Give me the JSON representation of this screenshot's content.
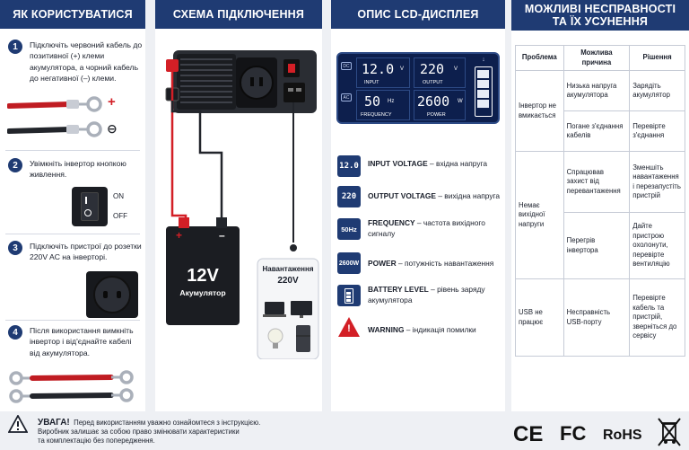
{
  "col1": {
    "title": "ЯК КОРИСТУВАТИСЯ",
    "steps": [
      {
        "num": "1",
        "text": "Підключіть червоний кабель до позитивної (+) клеми акумулятора, а чорний кабель до негативної (–) клеми."
      },
      {
        "num": "2",
        "text": "Увімкніть інвертор кнопкою живлення."
      },
      {
        "num": "3",
        "text": "Підключіть пристрої до розетки 220V AC на інверторі."
      },
      {
        "num": "4",
        "text": "Після використання вимкніть інвертор і від'єднайте кабелі від акумулятора."
      }
    ],
    "plus": "+",
    "minus": "⊖",
    "switch_on": "ON",
    "switch_off": "OFF"
  },
  "col2": {
    "title": "СХЕМА ПІДКЛЮЧЕННЯ",
    "battery_voltage": "12V",
    "battery_label": "Акумулятор",
    "battery_plus": "+",
    "battery_minus": "–",
    "load_title": "Навантаження",
    "load_voltage": "220V"
  },
  "col3": {
    "title": "ОПИС LCD-ДИСПЛЕЯ",
    "lcd": {
      "input_value": "12.0",
      "input_unit": "V",
      "input_label": "INPUT",
      "output_value": "220",
      "output_unit": "V",
      "output_label": "OUTPUT",
      "freq_value": "50",
      "freq_unit": "Hz",
      "freq_label": "FREQUENCY",
      "power_value": "2600",
      "power_unit": "W",
      "power_label": "POWER",
      "dc_tag": "DC",
      "ac_tag": "AC"
    },
    "legend": [
      {
        "icon": "12.0",
        "key": "INPUT VOLTAGE",
        "desc": " – вхідна напруга"
      },
      {
        "icon": "220",
        "key": "OUTPUT VOLTAGE",
        "desc": " – вихідна напруга"
      },
      {
        "icon": "50Hz",
        "key": "FREQUENCY",
        "desc": " – частота вихідного сигналу"
      },
      {
        "icon": "2600W",
        "key": "POWER",
        "desc": " – потужність навантаження"
      },
      {
        "icon": "",
        "key": "BATTERY LEVEL",
        "desc": " – рівень заряду акумулятора"
      },
      {
        "icon": "!",
        "key": "WARNING",
        "desc": " – індикація помилки"
      }
    ]
  },
  "col4": {
    "title_line1": "МОЖЛИВІ НЕСПРАВНОСТІ",
    "title_line2": "ТА ЇХ УСУНЕННЯ",
    "headers": [
      "Проблема",
      "Можлива причина",
      "Рішення"
    ],
    "rows": [
      {
        "problem": "Інвертор не вмикається",
        "causes": [
          {
            "cause": "Низька напруга акумулятора",
            "solution": "Зарядіть акумулятор"
          },
          {
            "cause": "Погане з'єднання кабелів",
            "solution": "Перевірте з'єднання"
          }
        ]
      },
      {
        "problem": "Немає вихідної напруги",
        "causes": [
          {
            "cause": "Спрацював захист від перевантаження",
            "solution": "Зменшіть навантаження і перезапустіть пристрій"
          },
          {
            "cause": "Перегрів інвертора",
            "solution": "Дайте пристрою охолонути, перевірте вентиляцію"
          }
        ]
      },
      {
        "problem": "USB не працює",
        "causes": [
          {
            "cause": "Несправність USB-порту",
            "solution": "Перевірте кабель та пристрій, зверніться до сервісу"
          }
        ]
      }
    ]
  },
  "footer": {
    "warn_title": "УВАГА!",
    "warn_line1": "Перед використанням уважно ознайомтеся з інструкцією.",
    "warn_line2": "Виробник залишає за собою право змінювати характеристики",
    "warn_line3": "та комплектацію без попередження.",
    "cert_ce": "CE",
    "cert_fc": "FC",
    "cert_rohs": "RoHS"
  },
  "colors": {
    "navy": "#1f3b73",
    "red": "#d31f26",
    "lcd_bg": "#0d1f4d",
    "lcd_text": "#ffffff"
  }
}
